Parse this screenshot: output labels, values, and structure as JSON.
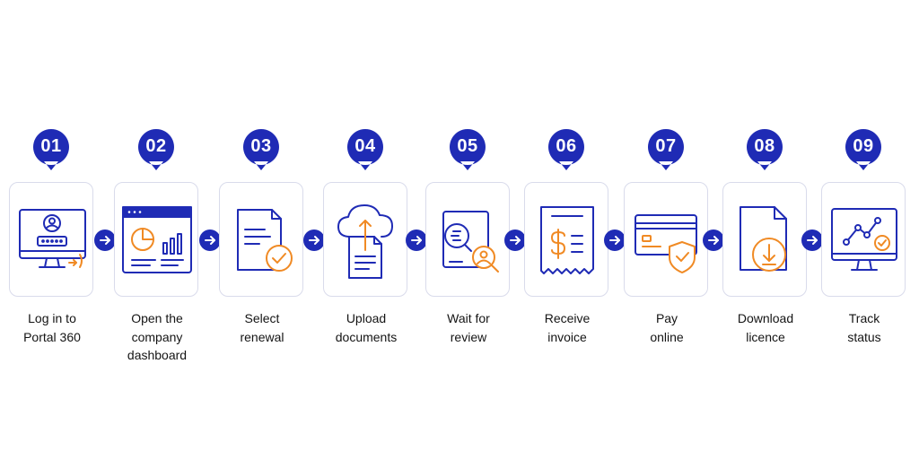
{
  "colors": {
    "primary": "#1f2bb5",
    "accent": "#f08a24",
    "card_border": "#d9dbeb",
    "text": "#141414"
  },
  "steps": [
    {
      "number": "01",
      "icon": "computer-login-icon",
      "label": [
        "Log in to",
        "Portal 360"
      ]
    },
    {
      "number": "02",
      "icon": "dashboard-chart-icon",
      "label": [
        "Open the",
        "company",
        "dashboard"
      ]
    },
    {
      "number": "03",
      "icon": "document-check-icon",
      "label": [
        "Select",
        "renewal"
      ]
    },
    {
      "number": "04",
      "icon": "cloud-upload-icon",
      "label": [
        "Upload",
        "documents"
      ]
    },
    {
      "number": "05",
      "icon": "document-review-icon",
      "label": [
        "Wait for",
        "review"
      ]
    },
    {
      "number": "06",
      "icon": "invoice-receipt-icon",
      "label": [
        "Receive",
        "invoice"
      ]
    },
    {
      "number": "07",
      "icon": "card-payment-icon",
      "label": [
        "Pay",
        "online"
      ]
    },
    {
      "number": "08",
      "icon": "download-document-icon",
      "label": [
        "Download",
        "licence"
      ]
    },
    {
      "number": "09",
      "icon": "monitor-tracking-icon",
      "label": [
        "Track",
        "status"
      ]
    }
  ]
}
